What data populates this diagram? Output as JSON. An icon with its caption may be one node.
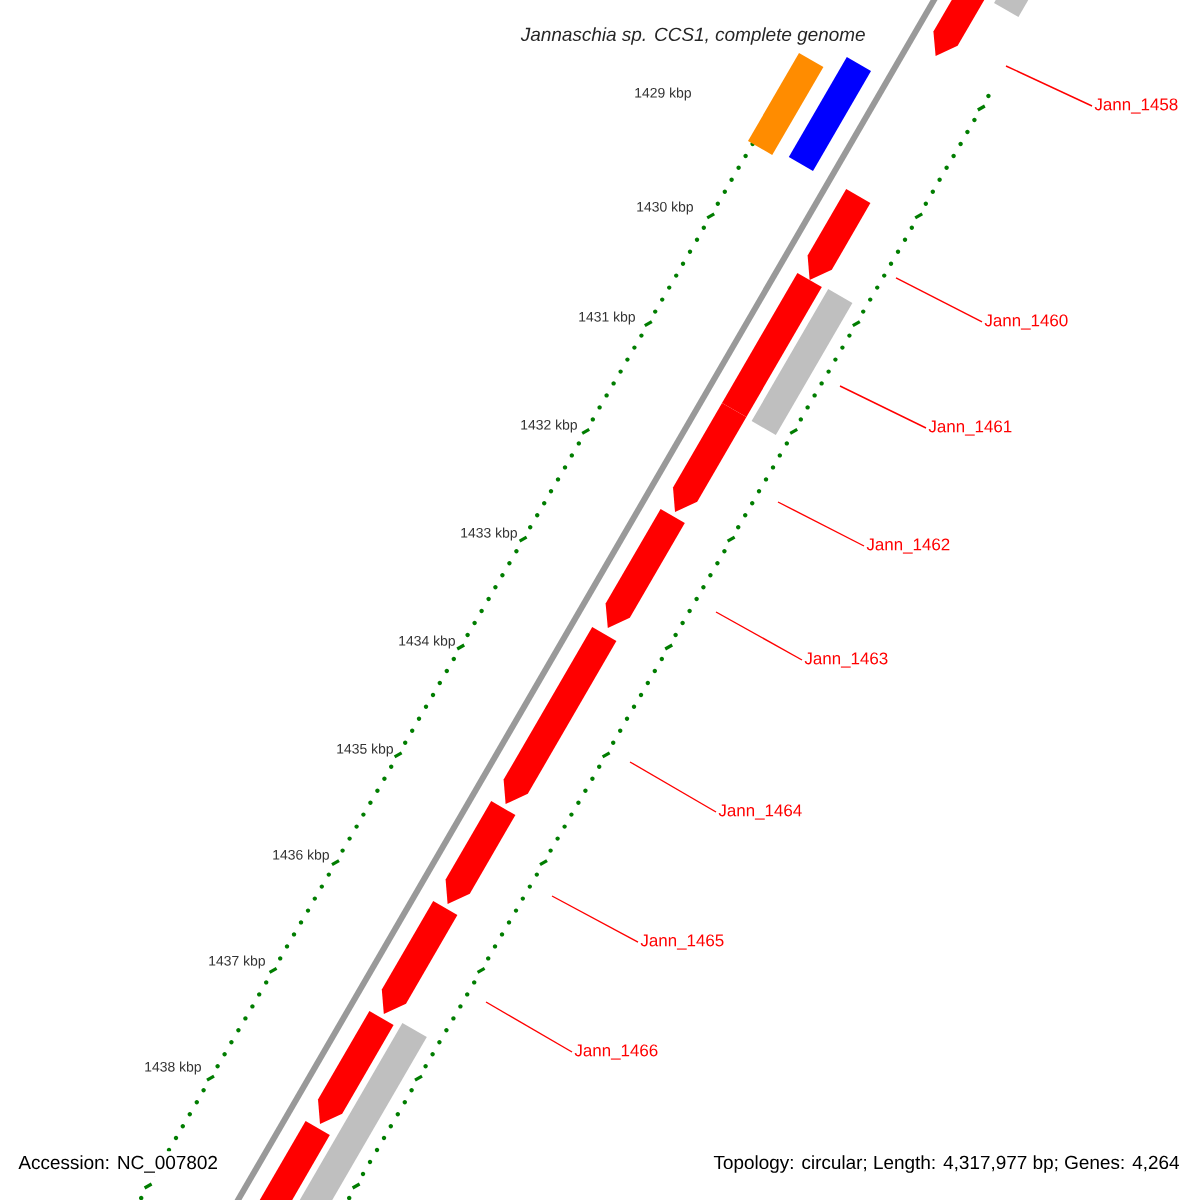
{
  "diagram": {
    "title": "Jannaschia sp. CCS1, complete genome",
    "nodes": [
      {
        "text": [
          "Jann_1458"
        ]
      },
      {
        "text": [
          "Jann_1460"
        ]
      },
      {
        "text": [
          "Jann_1461"
        ]
      },
      {
        "text": [
          "Jann_1462"
        ]
      },
      {
        "text": [
          "Jann_1463"
        ]
      },
      {
        "text": [
          "Jann_1464"
        ]
      },
      {
        "text": [
          "Jann_1465"
        ]
      },
      {
        "text": [
          "Jann_1466"
        ]
      }
    ],
    "edges": [
      {
        "from": 0,
        "to": null,
        "arrow": "none"
      },
      {
        "from": 1,
        "to": null,
        "arrow": "none"
      },
      {
        "from": 2,
        "to": null,
        "arrow": "none"
      },
      {
        "from": 3,
        "to": null,
        "arrow": "none"
      },
      {
        "from": 4,
        "to": null,
        "arrow": "none"
      },
      {
        "from": 5,
        "to": null,
        "arrow": "none"
      },
      {
        "from": 6,
        "to": null,
        "arrow": "none"
      },
      {
        "from": 7,
        "to": null,
        "arrow": "none"
      }
    ],
    "labels": [
      "1429 kbp",
      "1430 kbp",
      "1431 kbp",
      "1432 kbp",
      "1433 kbp",
      "1434 kbp",
      "1435 kbp",
      "1436 kbp",
      "1437 kbp",
      "1438 kbp",
      "Accession: NC_007802",
      "Topology: circular; Length: 4,317,977 bp; Genes: 4,264"
    ]
  }
}
